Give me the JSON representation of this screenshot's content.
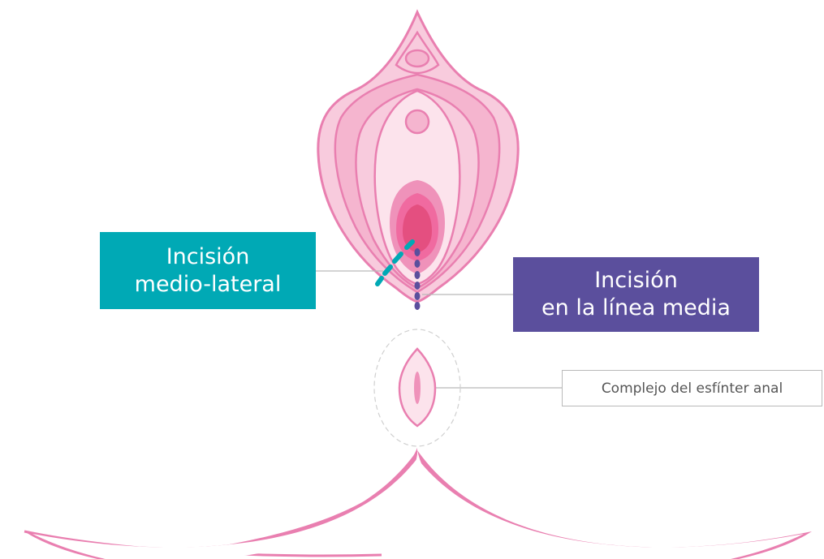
{
  "labels": {
    "mediolateral": {
      "line1": "Incisión",
      "line2": "medio-lateral",
      "color": "#00a9b5"
    },
    "midline": {
      "line1": "Incisión",
      "line2": "en la línea media",
      "color": "#5b4f9d"
    },
    "sphincter": {
      "text": "Complejo del esfínter anal"
    }
  },
  "colors": {
    "outline": "#e97fb0",
    "outer_fill": "#f8cbdd",
    "mid_fill": "#f5b5cf",
    "inner_fill": "#fce3ec",
    "opening_outer": "#ef92ba",
    "opening_inner": "#e44f80",
    "leader_line": "#b9b9b9",
    "dashed_ring": "#d0d0d0"
  },
  "icons": {
    "anatomy": "vulva-illustration",
    "anus": "anus-illustration"
  }
}
